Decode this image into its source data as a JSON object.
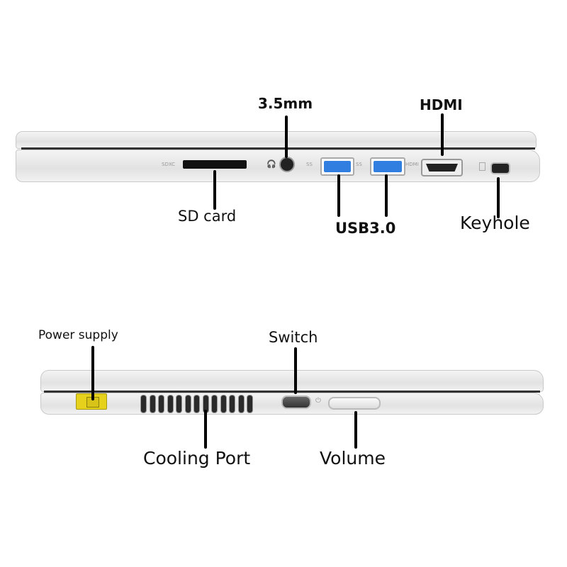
{
  "top_view": {
    "labels": {
      "audio": "3.5mm",
      "hdmi": "HDMI",
      "sd": "SD card",
      "usb": "USB3.0",
      "keyhole": "Keyhole"
    },
    "printed": {
      "sdxc": "SDXC",
      "ss": "SS",
      "hdmi": "HDMI"
    }
  },
  "bottom_view": {
    "labels": {
      "power": "Power supply",
      "switch": "Switch",
      "cooling": "Cooling Port",
      "volume": "Volume"
    },
    "vent_count": 13
  },
  "colors": {
    "usb": "#2f7ee0",
    "power": "#e6d21c"
  }
}
